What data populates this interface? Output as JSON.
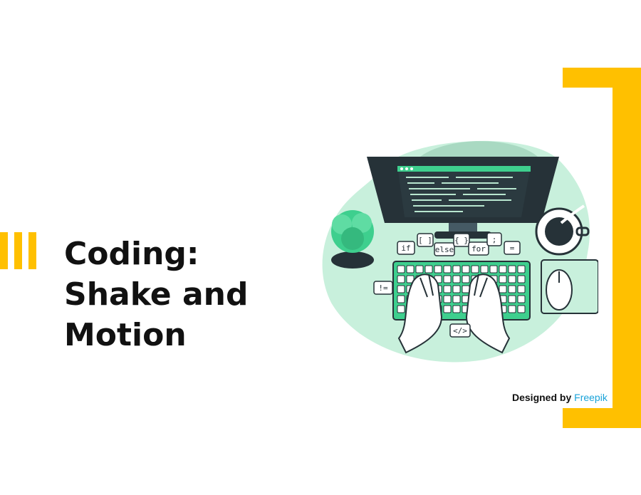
{
  "slide": {
    "title_lines": [
      "Coding:",
      "Shake and",
      "Motion"
    ],
    "credit": {
      "prefix": "Designed by",
      "brand": "Freepik"
    }
  },
  "illustration": {
    "icon": "coding-desk-icon",
    "bubbles": [
      "if",
      "[ ]",
      "else",
      "{ }",
      "for",
      ";",
      "=",
      "!=",
      "</>"
    ]
  },
  "colors": {
    "accent": "#FFC000",
    "mint": "#c8f0dc",
    "green": "#3ecf8e",
    "dark": "#263238",
    "brand_link": "#1aa3d9"
  }
}
